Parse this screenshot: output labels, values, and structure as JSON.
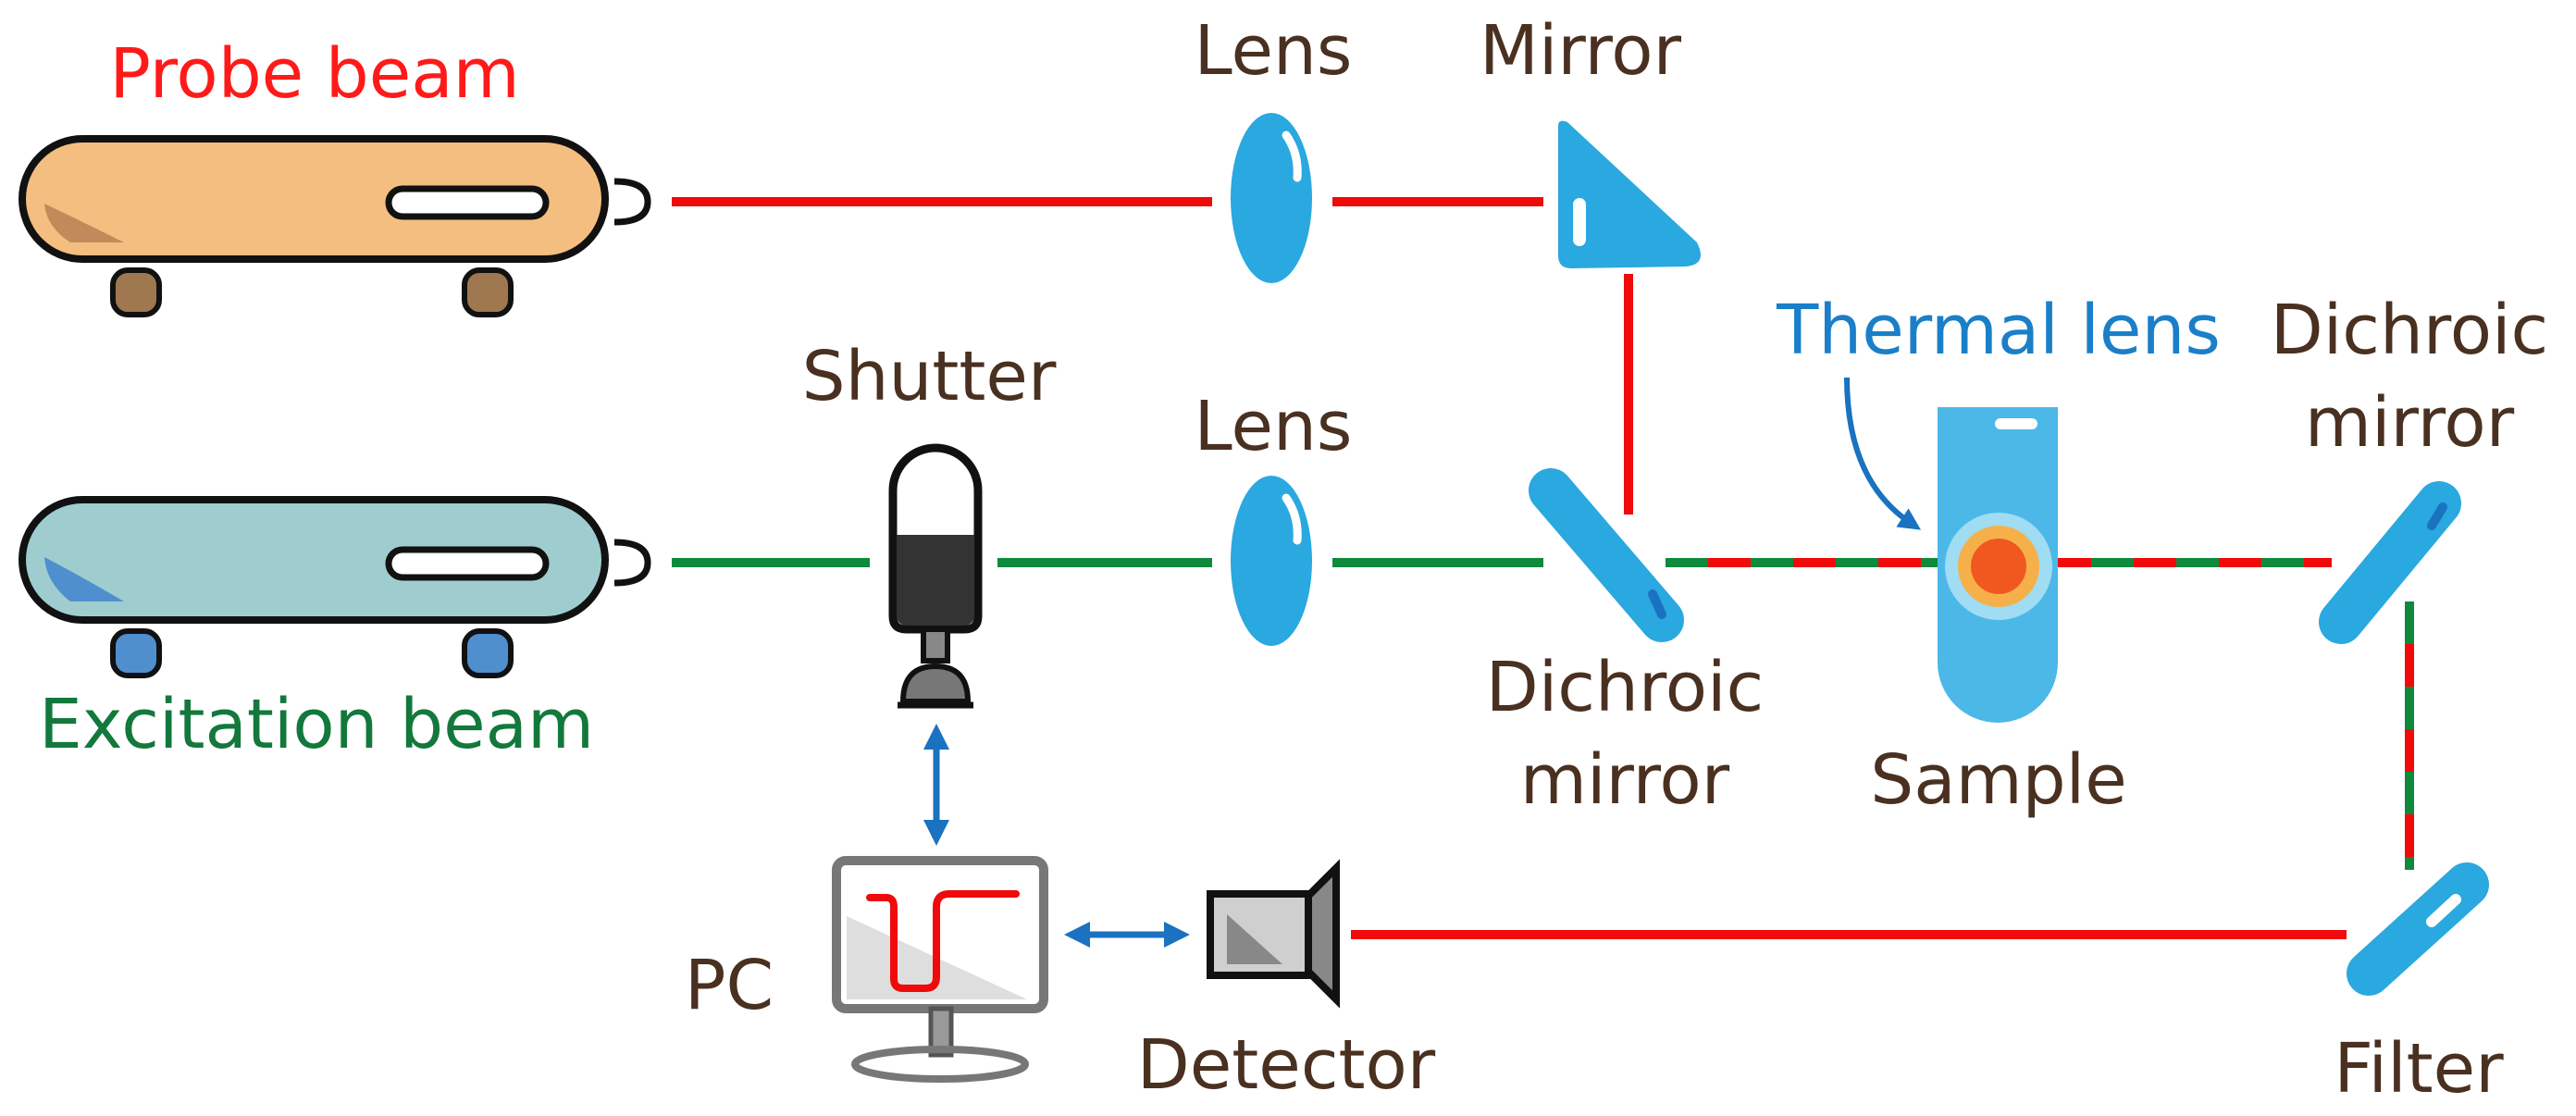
{
  "labels": {
    "probe_beam": "Probe beam",
    "excitation_beam": "Excitation beam",
    "lens_top": "Lens",
    "mirror": "Mirror",
    "shutter": "Shutter",
    "lens_bottom": "Lens",
    "thermal_lens": "Thermal lens",
    "dichroic_mirror_right_line1": "Dichroic",
    "dichroic_mirror_right_line2": "mirror",
    "dichroic_mirror_center_line1": "Dichroic",
    "dichroic_mirror_center_line2": "mirror",
    "sample": "Sample",
    "pc": "PC",
    "detector": "Detector",
    "filter": "Filter"
  },
  "colors": {
    "probe": "#f00a0a",
    "excitation": "#0f8a3c",
    "optics": "#2aa8e0",
    "arrows": "#1a72c0",
    "probe_laser_body": "#f3be80",
    "excitation_laser_body": "#9fcdcf",
    "text": "#4a3020"
  }
}
